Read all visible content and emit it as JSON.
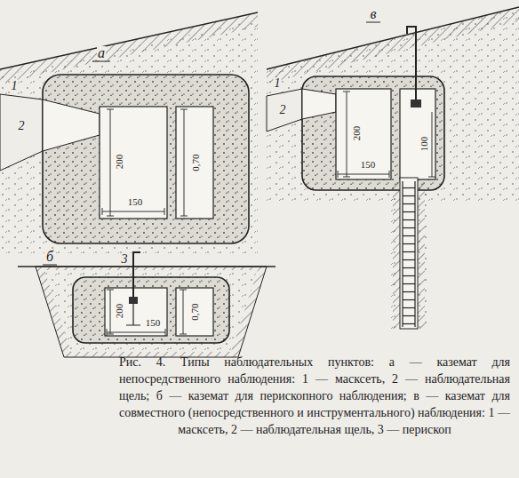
{
  "diagram": {
    "caption": "Рис. 4. Типы наблюдательных пунктов: а — каземат для непосредственного наблюдения: 1 — масксеть, 2 — наблюдательная щель; б — каземат для перископного наблюдения; в — каземат для совместного (непосредственного и инструментального) наблюдения: 1 — масксеть, 2 — наблюдательная щель, 3 — перископ",
    "labels": [
      "а",
      "1",
      "2",
      "200",
      "150",
      "0,70",
      "в",
      "1",
      "2",
      "200",
      "150",
      "100",
      "б",
      "3",
      "200",
      "150",
      "0,70"
    ]
  }
}
